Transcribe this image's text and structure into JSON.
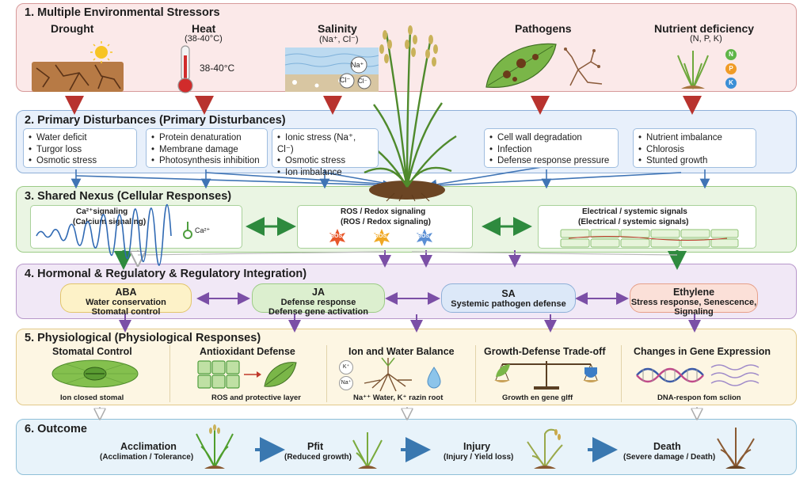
{
  "section1": {
    "title": "1. Multiple Environmental Stressors",
    "drought": {
      "label": "Drought"
    },
    "heat": {
      "label": "Heat",
      "range": "(38-40°C)",
      "thermo_label": "38-40°C"
    },
    "salinity": {
      "label": "Salinity",
      "ions": "(Na⁺, Cl⁻)",
      "na": "Na⁺",
      "cl": "Cl⁻",
      "cl2": "Cl⁻"
    },
    "pathogens": {
      "label": "Pathogens"
    },
    "nutrient": {
      "label": "Nutrient deficiency",
      "elements": "(N, P, K)",
      "n": "N",
      "p": "P",
      "k": "K"
    }
  },
  "section2": {
    "title": "2. Primary Disturbances (Primary Disturbances)",
    "drought_items": [
      "Water deficit",
      "Turgor loss",
      "Osmotic stress"
    ],
    "heat_items": [
      "Protein denaturation",
      "Membrane damage",
      "Photosynthesis inhibition"
    ],
    "salinity_items": [
      "Ionic stress (Na⁺, Cl⁻)",
      "Osmotic stress",
      "Ion imbalance"
    ],
    "pathogen_items": [
      "Cell wall degradation",
      "Infection",
      "Defense response pressure"
    ],
    "nutrient_items": [
      "Nutrient imbalance",
      "Chlorosis",
      "Stunted growth"
    ]
  },
  "section3": {
    "title": "3. Shared Nexus (Cellular Responses)",
    "calcium": {
      "title": "Ca²⁺signaling",
      "subtitle": "(Calcium signaling)",
      "ion": "Ca²⁺"
    },
    "ros": {
      "title": "ROS / Redox signaling",
      "subtitle": "(ROS / Redox signaling)",
      "badge": "ROS"
    },
    "electrical": {
      "title": "Electrical / systemic signals",
      "subtitle": "(Electrical / systemic signals)"
    }
  },
  "section4": {
    "title": "4. Hormonal & Regulatory & Regulatory Integration)",
    "aba": {
      "name": "ABA",
      "l1": "Water conservation",
      "l2": "Stomatal control"
    },
    "ja": {
      "name": "JA",
      "l1": "Defense response",
      "l2": "Defense gene activation"
    },
    "sa": {
      "name": "SA",
      "l1": "Systemic pathogen defense"
    },
    "ethylene": {
      "name": "Ethylene",
      "l1": "Stress response, Senescence,",
      "l2": "Signaling"
    }
  },
  "section5": {
    "title": "5. Physiological (Physiological Responses)",
    "stomatal": {
      "title": "Stomatal Control",
      "caption": "Ion closed stomal"
    },
    "antioxidant": {
      "title": "Antioxidant Defense",
      "caption": "ROS and protective layer"
    },
    "ionwater": {
      "title": "Ion and Water Balance",
      "caption": "Na⁺⁺ Water, K⁺ razin root",
      "k": "K⁺",
      "na": "Na⁺"
    },
    "tradeoff": {
      "title": "Growth-Defense Trade-off",
      "caption": "Growth en gene glff"
    },
    "gene": {
      "title": "Changes in Gene Expression",
      "caption": "DNA-respon fom sclion"
    }
  },
  "section6": {
    "title": "6. Outcome",
    "acclimation": {
      "title": "Acclimation",
      "sub": "(Acclimation / Tolerance)"
    },
    "pfit": {
      "title": "Pfit",
      "sub": "(Reduced growth)"
    },
    "injury": {
      "title": "Injury",
      "sub": "(Injury / Yield loss)"
    },
    "death": {
      "title": "Death",
      "sub": "(Severe damage / Death)"
    }
  },
  "colors": {
    "stressor_arrow": "#b8332e",
    "disturbance_arrow": "#3f74b5",
    "nexus_arrow": "#2e8a3e",
    "hormone_arrow": "#7b4fa6",
    "outcome_arrow": "#3a78b0",
    "aba": "#fdf2c8",
    "ja": "#dcefcf",
    "sa": "#dce8f8",
    "ethylene": "#fbe0d8"
  }
}
